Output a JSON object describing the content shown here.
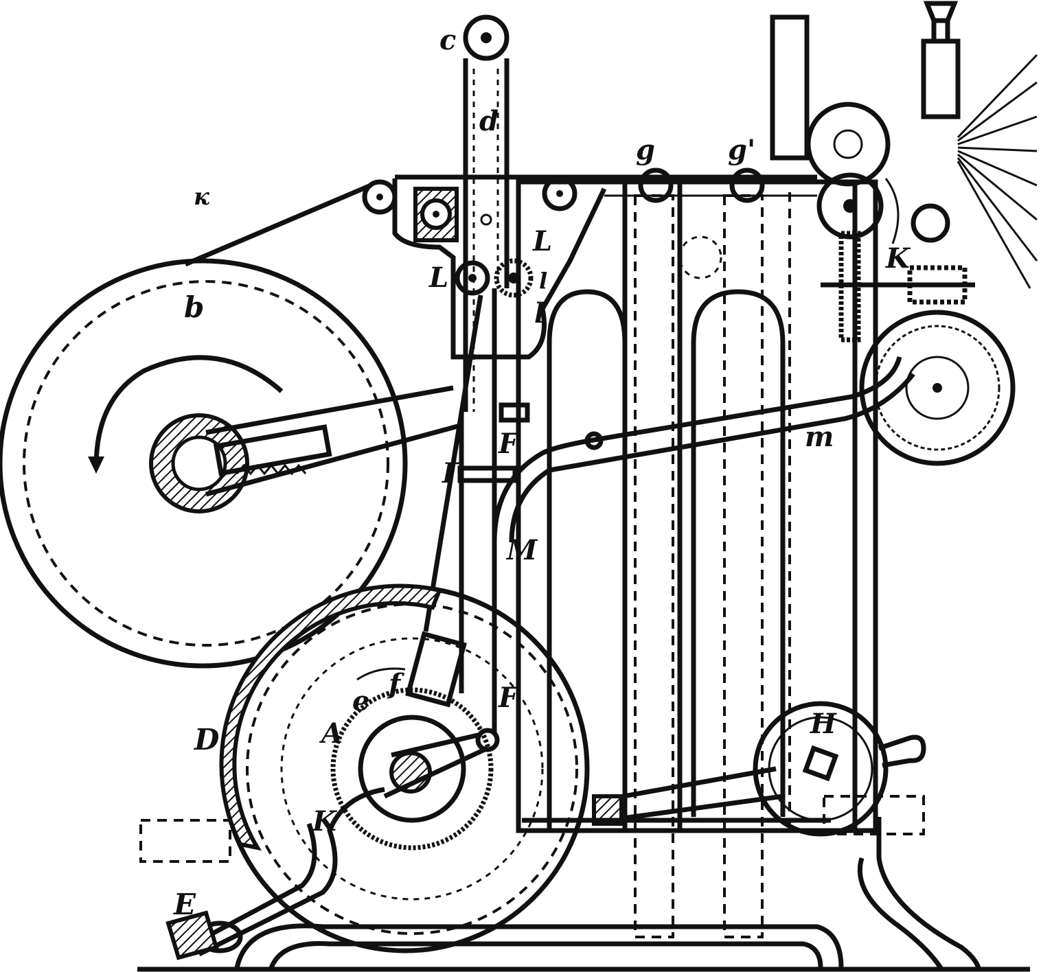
{
  "diagram": {
    "labels": [
      {
        "id": "c",
        "text": "c"
      },
      {
        "id": "d",
        "text": "d"
      },
      {
        "id": "k-top",
        "text": "к"
      },
      {
        "id": "b",
        "text": "b"
      },
      {
        "id": "g",
        "text": "g"
      },
      {
        "id": "g-prime",
        "text": "g'"
      },
      {
        "id": "L",
        "text": "L"
      },
      {
        "id": "L-prime",
        "text": "L'"
      },
      {
        "id": "l-upper",
        "text": "l"
      },
      {
        "id": "l-lower",
        "text": "l"
      },
      {
        "id": "K-right",
        "text": "K"
      },
      {
        "id": "F-upper",
        "text": "F"
      },
      {
        "id": "Gamma",
        "text": "Г"
      },
      {
        "id": "M",
        "text": "M"
      },
      {
        "id": "m",
        "text": "m"
      },
      {
        "id": "f",
        "text": "f"
      },
      {
        "id": "e",
        "text": "e"
      },
      {
        "id": "F-lower",
        "text": "F"
      },
      {
        "id": "D",
        "text": "D"
      },
      {
        "id": "A",
        "text": "A"
      },
      {
        "id": "K-lower",
        "text": "K"
      },
      {
        "id": "H",
        "text": "H"
      },
      {
        "id": "E",
        "text": "E"
      }
    ],
    "colors": {
      "ink": "#111111",
      "paper": "#ffffff"
    }
  }
}
